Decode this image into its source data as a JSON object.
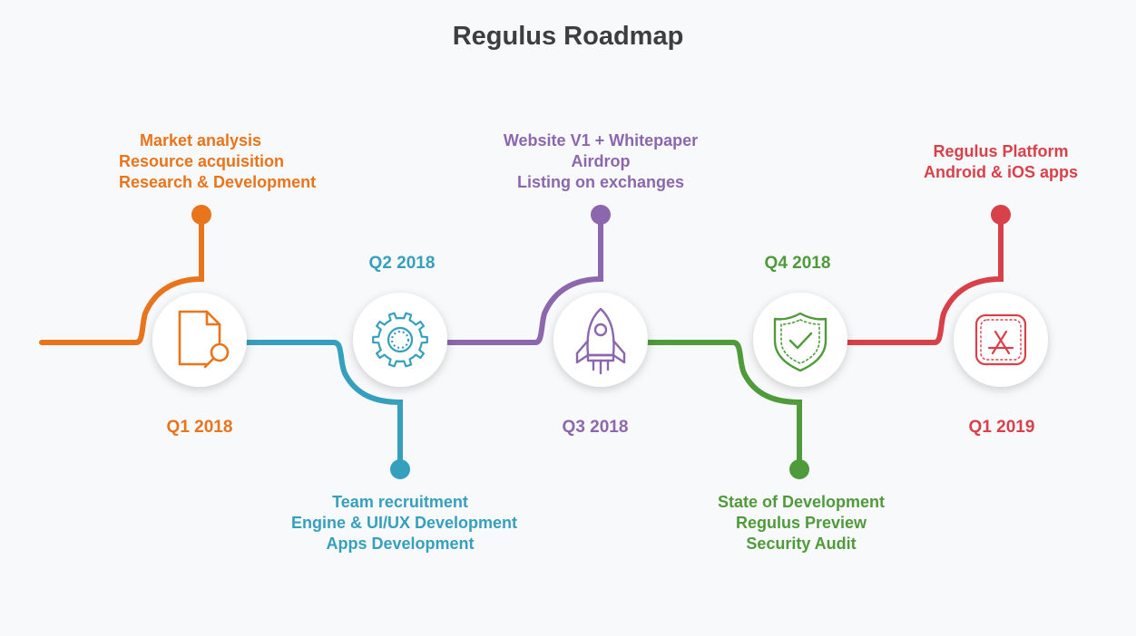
{
  "title": "Regulus Roadmap",
  "milestones": [
    {
      "period": "Q1 2018",
      "color": "#e8741c",
      "icon": "document-search-icon",
      "items": [
        "Market analysis",
        "Resource acquisition",
        "Research & Development"
      ]
    },
    {
      "period": "Q2 2018",
      "color": "#369fbd",
      "icon": "gear-icon",
      "items": [
        "Team recruitment",
        "Engine & UI/UX Development",
        "Apps Development"
      ]
    },
    {
      "period": "Q3 2018",
      "color": "#8c67ad",
      "icon": "rocket-icon",
      "items": [
        "Website V1 + Whitepaper",
        "Airdrop",
        "Listing on exchanges"
      ]
    },
    {
      "period": "Q4 2018",
      "color": "#4f9a3a",
      "icon": "shield-check-icon",
      "items": [
        "State of Development",
        "Regulus Preview",
        "Security Audit"
      ]
    },
    {
      "period": "Q1 2019",
      "color": "#d9414a",
      "icon": "app-store-icon",
      "items": [
        "Regulus Platform",
        "Android & iOS apps"
      ]
    }
  ]
}
